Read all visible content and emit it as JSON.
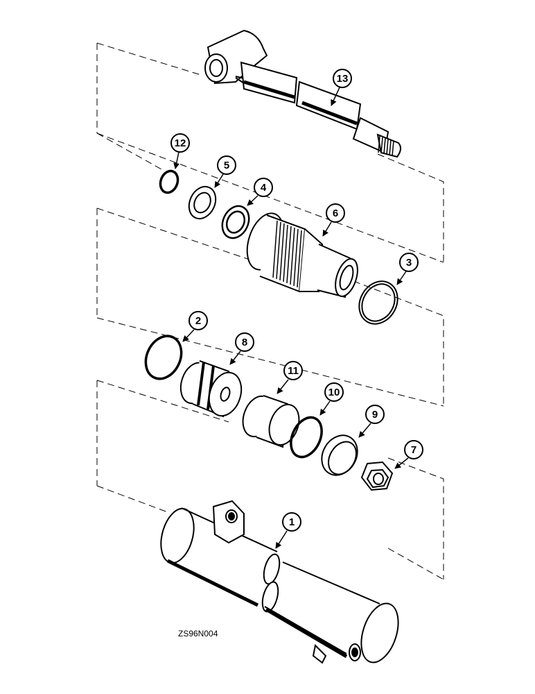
{
  "figure_code": "ZS96N004",
  "colors": {
    "ink": "#000000",
    "paper": "#ffffff"
  },
  "callouts": [
    {
      "part": "rod",
      "number": "13"
    },
    {
      "part": "o-ring-small",
      "number": "12"
    },
    {
      "part": "wiper-seal",
      "number": "5"
    },
    {
      "part": "rod-seal",
      "number": "4"
    },
    {
      "part": "gland",
      "number": "6"
    },
    {
      "part": "backup-ring",
      "number": "3"
    },
    {
      "part": "gland-o-ring",
      "number": "2"
    },
    {
      "part": "piston",
      "number": "8"
    },
    {
      "part": "wear-ring",
      "number": "11"
    },
    {
      "part": "piston-o-ring",
      "number": "10"
    },
    {
      "part": "piston-seal",
      "number": "9"
    },
    {
      "part": "lock-nut",
      "number": "7"
    },
    {
      "part": "barrel",
      "number": "1"
    }
  ]
}
